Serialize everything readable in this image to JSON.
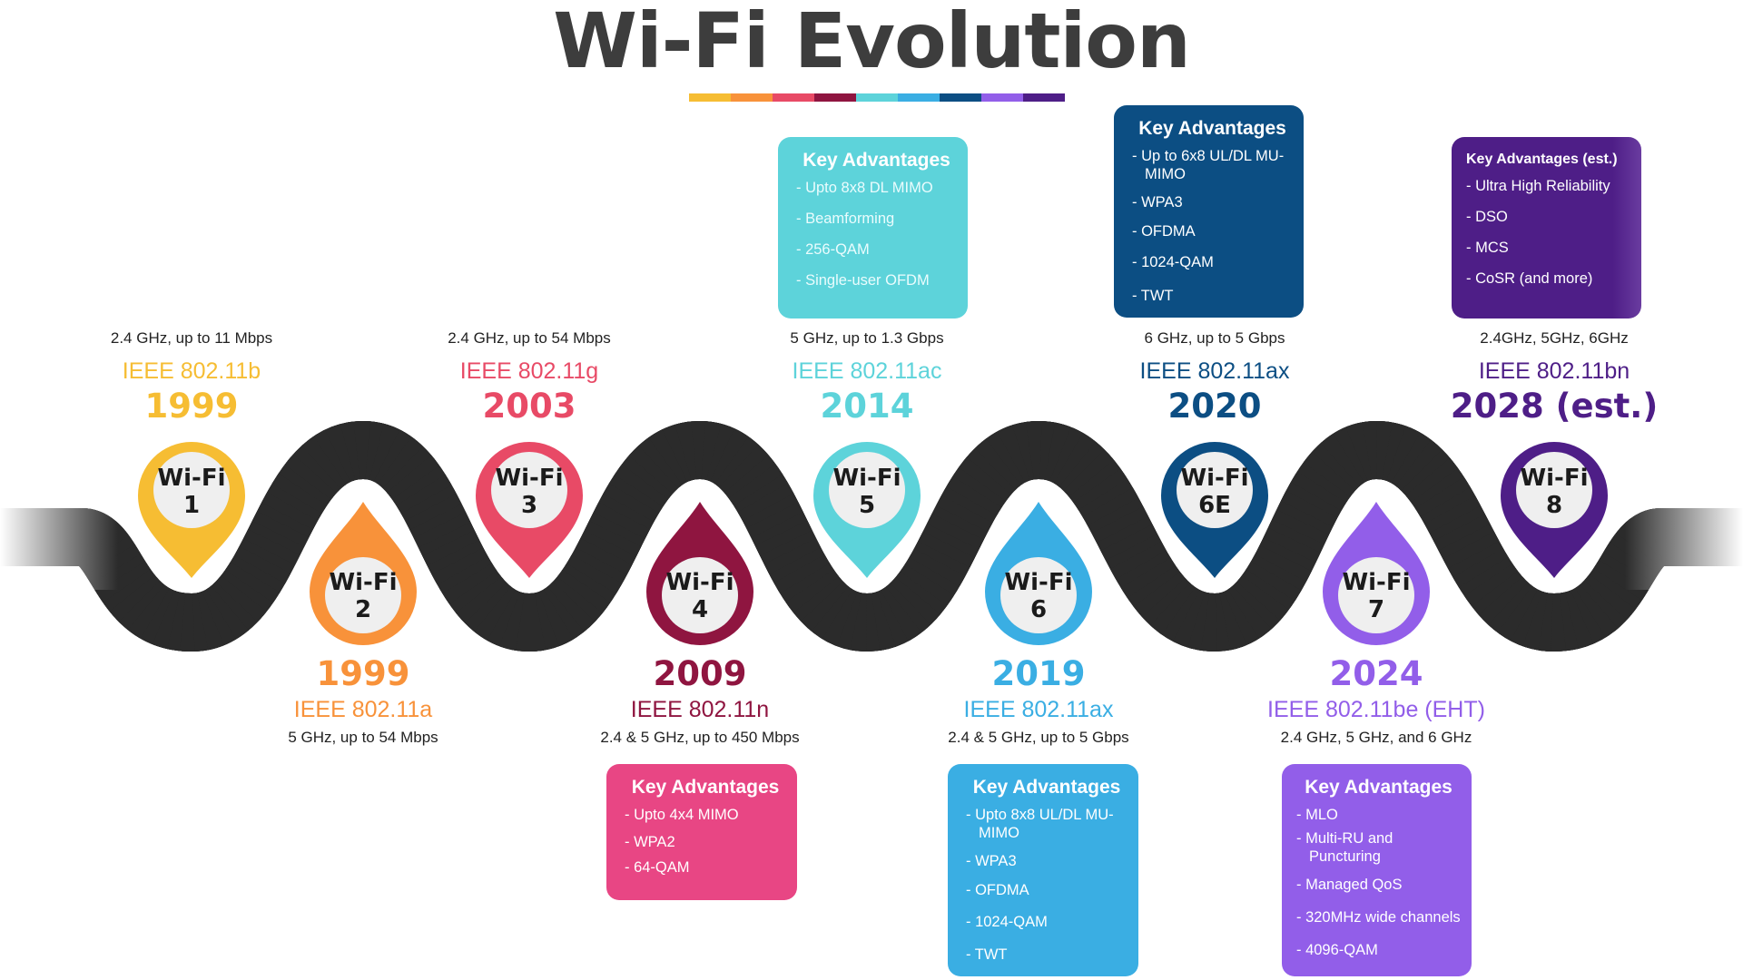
{
  "title": "Wi-Fi Evolution",
  "colorbar": [
    "#f6bd33",
    "#f8923a",
    "#e84a66",
    "#8f1540",
    "#5dd3da",
    "#3aaee3",
    "#0c4e83",
    "#925ee9",
    "#4e1e87"
  ],
  "generations": [
    {
      "id": "wifi1",
      "pin_label": "Wi-Fi",
      "number": "1",
      "year": "1999",
      "standard": "IEEE 802.11b",
      "spec": "2.4 GHz, up to 11 Mbps",
      "color": "#f6bd33",
      "position": "top"
    },
    {
      "id": "wifi2",
      "pin_label": "Wi-Fi",
      "number": "2",
      "year": "1999",
      "standard": "IEEE 802.11a",
      "spec": "5 GHz, up to 54 Mbps",
      "color": "#f8923a",
      "position": "bottom"
    },
    {
      "id": "wifi3",
      "pin_label": "Wi-Fi",
      "number": "3",
      "year": "2003",
      "standard": "IEEE 802.11g",
      "spec": "2.4 GHz, up to 54 Mbps",
      "color": "#e84a66",
      "position": "top"
    },
    {
      "id": "wifi4",
      "pin_label": "Wi-Fi",
      "number": "4",
      "year": "2009",
      "standard": "IEEE 802.11n",
      "spec": "2.4 & 5 GHz, up to 450 Mbps",
      "color": "#8f1540",
      "position": "bottom",
      "advantages": {
        "title": "Key Advantages",
        "color": "#e84684",
        "items": [
          "- Upto 4x4 MIMO",
          "- WPA2",
          "- 64-QAM"
        ]
      }
    },
    {
      "id": "wifi5",
      "pin_label": "Wi-Fi",
      "number": "5",
      "year": "2014",
      "standard": "IEEE 802.11ac",
      "spec": "5 GHz, up to 1.3 Gbps",
      "color": "#5dd3da",
      "position": "top",
      "advantages": {
        "title": "Key Advantages",
        "color": "#5dd3da",
        "items": [
          "- Upto 8x8 DL MIMO",
          "- Beamforming",
          "- 256-QAM",
          "- Single-user OFDM"
        ]
      }
    },
    {
      "id": "wifi6",
      "pin_label": "Wi-Fi",
      "number": "6",
      "year": "2019",
      "standard": "IEEE 802.11ax",
      "spec": "2.4 & 5 GHz, up to 5 Gbps",
      "color": "#3aaee3",
      "position": "bottom",
      "advantages": {
        "title": "Key Advantages",
        "color": "#3aaee3",
        "items": [
          "- Upto 8x8 UL/DL MU-MIMO",
          "- WPA3",
          "- OFDMA",
          "- 1024-QAM",
          "- TWT"
        ]
      }
    },
    {
      "id": "wifi6e",
      "pin_label": "Wi-Fi",
      "number": "6E",
      "year": "2020",
      "standard": "IEEE 802.11ax",
      "spec": "6 GHz, up to 5 Gbps",
      "color": "#0c4e83",
      "position": "top",
      "advantages": {
        "title": "Key Advantages",
        "color": "#0c4e83",
        "items": [
          "- Up to 6x8 UL/DL MU-MIMO",
          "- WPA3",
          "- OFDMA",
          "- 1024-QAM",
          "- TWT"
        ]
      }
    },
    {
      "id": "wifi7",
      "pin_label": "Wi-Fi",
      "number": "7",
      "year": "2024",
      "standard": "IEEE 802.11be (EHT)",
      "spec": "2.4 GHz, 5 GHz, and 6 GHz",
      "color": "#925ee9",
      "position": "bottom",
      "advantages": {
        "title": "Key Advantages",
        "color": "#925ee9",
        "items": [
          "- MLO",
          "- Multi-RU and Puncturing",
          "- Managed QoS",
          "- 320MHz wide channels",
          "- 4096-QAM"
        ]
      }
    },
    {
      "id": "wifi8",
      "pin_label": "Wi-Fi",
      "number": "8",
      "year": "2028 (est.)",
      "standard": "IEEE 802.11bn",
      "spec": "2.4GHz, 5GHz, 6GHz",
      "color": "#4e1e87",
      "position": "top",
      "advantages": {
        "title": "Key Advantages (est.)",
        "color": "#4e1e87",
        "items": [
          "- Ultra High Reliability",
          "- DSO",
          "- MCS",
          "- CoSR (and more)"
        ]
      }
    }
  ]
}
